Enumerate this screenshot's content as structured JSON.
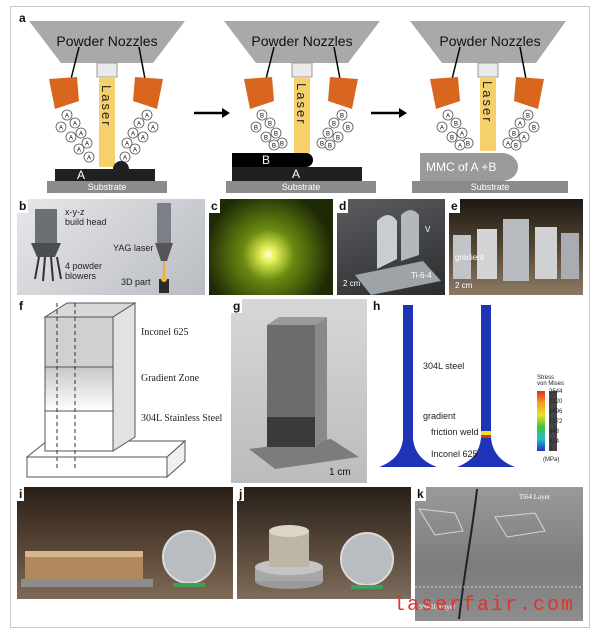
{
  "panels": {
    "a": {
      "label": "a",
      "step1": {
        "title": "Powder Nozzles",
        "laser": "Laser",
        "material": "A",
        "substrate": "Substrate",
        "particle": "A"
      },
      "step2": {
        "title": "Powder Nozzles",
        "laser": "Laser",
        "layer_top": "B",
        "layer_bottom": "A",
        "substrate": "Substrate",
        "particle": "B"
      },
      "step3": {
        "title": "Powder Nozzles",
        "laser": "Laser",
        "mmc": "MMC of A +B",
        "substrate": "Substrate",
        "particle_a": "A",
        "particle_b": "B"
      }
    },
    "b": {
      "label": "b",
      "t1": "x-y-z",
      "t2": "build head",
      "t3": "YAG laser",
      "t4": "4 powder",
      "t5": "blowers",
      "t6": "3D part"
    },
    "c": {
      "label": "c"
    },
    "d": {
      "label": "d",
      "t1": "V",
      "t2": "Ti-6-4",
      "scale": "2 cm"
    },
    "e": {
      "label": "e",
      "t1": "gradient",
      "scale": "2 cm"
    },
    "f": {
      "label": "f",
      "t1": "Inconel 625",
      "t2": "Gradient Zone",
      "t3": "304L Stainless Steel"
    },
    "g": {
      "label": "g",
      "scale": "1 cm"
    },
    "h": {
      "label": "h",
      "t1": "304L steel",
      "t2": "gradient",
      "t3": "friction weld",
      "t4": "Inconel 625",
      "legend_title1": "Stress",
      "legend_title2": "von Mises",
      "legend_values": [
        "2544",
        "2120",
        "1696",
        "1272",
        "848",
        "424",
        "0"
      ],
      "legend_unit": "(MPa)"
    },
    "i": {
      "label": "i"
    },
    "j": {
      "label": "j"
    },
    "k": {
      "label": "k",
      "t1": "Ti64 Layer",
      "t2": "SS410 Layer"
    }
  },
  "watermark": "laserfair.com",
  "colors": {
    "nozzle": "#d9661f",
    "hood": "#a9a9a9",
    "laser": "#f5d06b",
    "substrate": "#8b8b8b",
    "fem_blue": "#1d34b8"
  }
}
